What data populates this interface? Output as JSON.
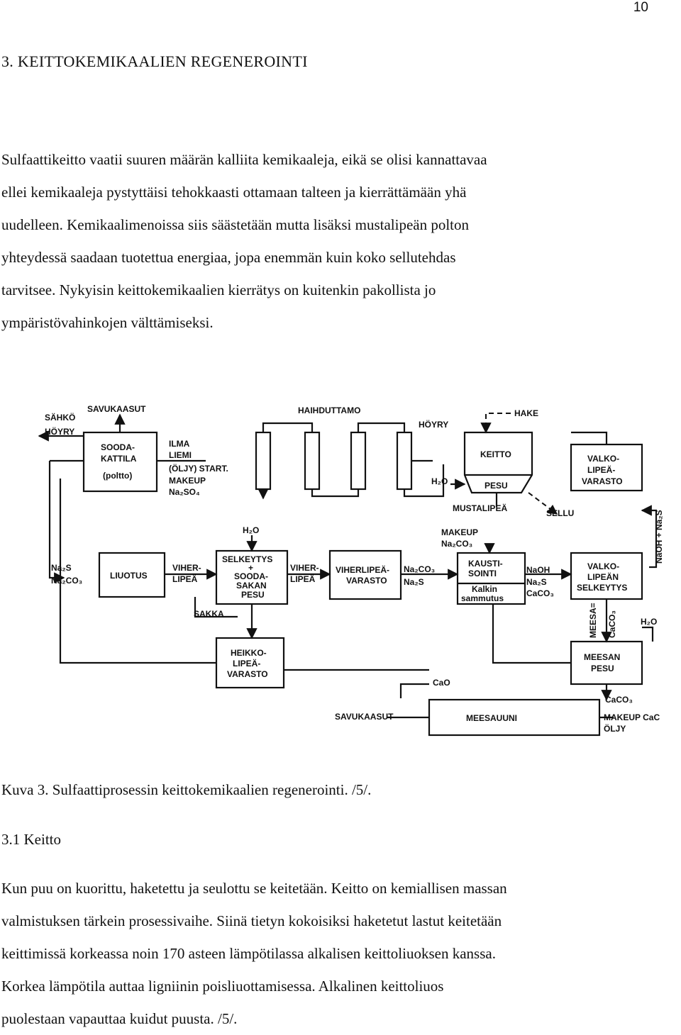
{
  "page_number": "10",
  "heading": "3.  KEITTOKEMIKAALIEN REGENEROINTI",
  "intro_lines": [
    "Sulfaattikeitto vaatii suuren määrän kalliita kemikaaleja, eikä se olisi kannattavaa",
    "ellei kemikaaleja pystyttäisi tehokkaasti ottamaan talteen ja kierrättämään yhä",
    "uudelleen. Kemikaalimenoissa siis säästetään mutta lisäksi mustalipeän polton",
    "yhteydessä saadaan tuotettua energiaa, jopa enemmän kuin koko sellutehdas",
    "tarvitsee. Nykyisin keittokemikaalien kierrätys on kuitenkin pakollista jo",
    "ympäristövahinkojen välttämiseksi."
  ],
  "diagram": {
    "labels": {
      "sahko": "SÄHKÖ",
      "hoyry_left": "HÖYRY",
      "savukaasut_top": "SAVUKAASUT",
      "haihduttamo": "HAIHDUTTAMO",
      "hoyry_top": "HÖYRY",
      "hake": "HAKE",
      "ilma": "ILMA",
      "liemi": "LIEMI",
      "oljy_start": "(ÖLJY) START.",
      "makeup_top": "MAKEUP",
      "na2so4": "Na₂SO₄",
      "h2o_keitto": "H₂O",
      "mustalipea": "MUSTALIPEÄ",
      "sellu": "SELLU",
      "h2o_mid": "H₂O",
      "makeup_mid": "MAKEUP",
      "na2co3_mid": "Na₂CO₃",
      "naoh_na2s_vertical": "NaOH + Na₂S",
      "na2s_left": "Na₂S",
      "na2co3_left": "Na₂CO₃",
      "viherlipea_1": "VIHER-",
      "viherlipea_2": "LIPEÄ",
      "viherlipea2_1": "VIHER-",
      "viherlipea2_2": "LIPEÄ",
      "na2co3_r": "Na₂CO₃",
      "na2s_r": "Na₂S",
      "naoh_r": "NaOH",
      "na2s_r2": "Na₂S",
      "caco3_r": "CaCO₃",
      "sakka": "SAKKA",
      "meesa": "MEESA=",
      "caco3_v": "CaCO₃",
      "h2o_right": "H₂O",
      "cao": "CaO",
      "caco3_bottom": "CaCO₃",
      "savukaasut_bottom": "SAVUKAASUT",
      "makeup_cac": "MAKEUP CaC",
      "oljy_bottom": "ÖLJY"
    },
    "boxes": {
      "soodakattila_1": "SOODA-",
      "soodakattila_2": "KATTILA",
      "soodakattila_3": "(poltto)",
      "keitto": "KEITTO",
      "pesu": "PESU",
      "valkolipea_1": "VALKO-",
      "valkolipea_2": "LIPEÄ-",
      "valkolipea_3": "VARASTO",
      "liuotus": "LIUOTUS",
      "selkeytys_1": "SELKEYTYS",
      "selkeytys_2": "+",
      "selkeytys_3": "SOODA-",
      "selkeytys_4": "SAKAN",
      "selkeytys_5": "PESU",
      "viherlipeavarasto_1": "VIHERLIPEÄ-",
      "viherlipeavarasto_2": "VARASTO",
      "kaustisointi_1": "KAUSTI-",
      "kaustisointi_2": "SOINTI",
      "kalkin_1": "Kalkin",
      "kalkin_2": "sammutus",
      "valkoselkeytys_1": "VALKO-",
      "valkoselkeytys_2": "LIPEÄN",
      "valkoselkeytys_3": "SELKEYTYS",
      "heikko_1": "HEIKKO-",
      "heikko_2": "LIPEÄ-",
      "heikko_3": "VARASTO",
      "meesanpesu_1": "MEESAN",
      "meesanpesu_2": "PESU",
      "meesauuni": "MEESAUUNI"
    }
  },
  "caption": "Kuva 3. Sulfaattiprosessin keittokemikaalien regenerointi. /5/.",
  "subheading": "3.1 Keitto",
  "keitto_lines": [
    "Kun puu on kuorittu, haketettu ja seulottu se keitetään. Keitto on kemiallisen massan",
    "valmistuksen tärkein prosessivaihe. Siinä tietyn kokoisiksi haketetut lastut keitetään",
    "keittimissä korkeassa noin 170 asteen lämpötilassa alkalisen keittoliuoksen kanssa.",
    "Korkea lämpötila auttaa ligniinin poisliuottamisessa. Alkalinen keittoliuos",
    "puolestaan vapauttaa kuidut puusta. /5/."
  ]
}
